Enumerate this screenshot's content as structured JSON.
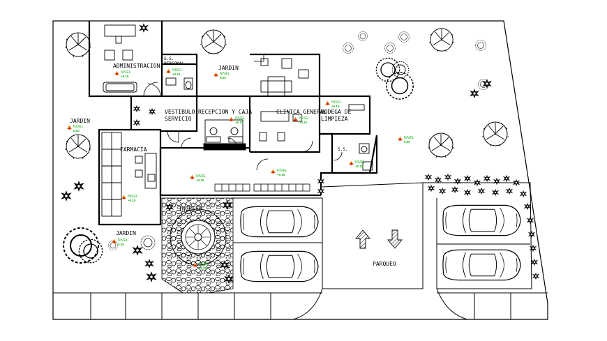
{
  "colors": {
    "wall": "#000000",
    "level_text": "#18b418",
    "level_marker": "#e07000",
    "background": "#ffffff"
  },
  "rooms": {
    "administracion": "ADMINISTRACION",
    "ss_personal_1": "S.S.",
    "ss_personal_2": "PERSONAL",
    "jardin_top": "JARDIN",
    "vestibulo": "VESTIBULO",
    "servicio": "SERVICIO",
    "recepcion": "RECEPCION Y CAJA",
    "clinica": "CLINICA GENERAL",
    "bodega_1": "BODEGA DE",
    "bodega_2": "LIMPIEZA",
    "jardin_left": "JARDIN",
    "farmacia": "FARMACIA",
    "ss_small": "S.S.",
    "ingreso": "INGRESO",
    "jardin_bottom": "JARDIN",
    "parqueo": "PARQUEO"
  },
  "levels": {
    "label": "NIVEL",
    "admin": "+0.15",
    "ss": "+0.15",
    "jardin_top": "0.00",
    "clinica_top": "+0.15",
    "recepcion": "+0.15",
    "clinica": "+0.15",
    "jardin_left": "0.00",
    "yard_right": "0.00",
    "ss_small": "+0.15",
    "vestibulo": "+0.15",
    "hall": "+0.15",
    "farmacia": "+0.15",
    "jardin_bottom": "0.00",
    "ingreso": "+0.05"
  },
  "icons": {
    "trees": "tree-symbol-icon",
    "shrubs": "shrub-icon",
    "cars": "car-icon",
    "arrows": "traffic-arrow-icon",
    "fountain": "fountain-icon"
  }
}
